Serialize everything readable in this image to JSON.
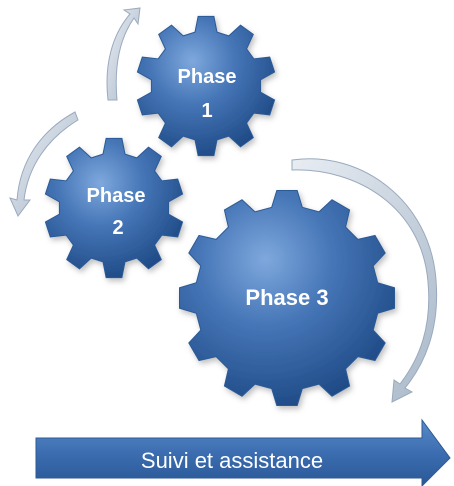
{
  "gears": [
    {
      "id": "phase-1",
      "line1": "Phase",
      "line2": "1"
    },
    {
      "id": "phase-2",
      "line1": "Phase",
      "line2": "2"
    },
    {
      "id": "phase-3",
      "line1": "Phase 3"
    }
  ],
  "footer": {
    "label": "Suivi et assistance"
  },
  "colors": {
    "gear_fill": "#3d6eae",
    "gear_highlight": "#6f9bd4",
    "gear_shadow": "#1f4a85",
    "arrow_fill": "#c8d2dd",
    "arrow_stroke": "#8e9fb3",
    "bar_fill": "#3b6db0",
    "text": "#ffffff"
  }
}
